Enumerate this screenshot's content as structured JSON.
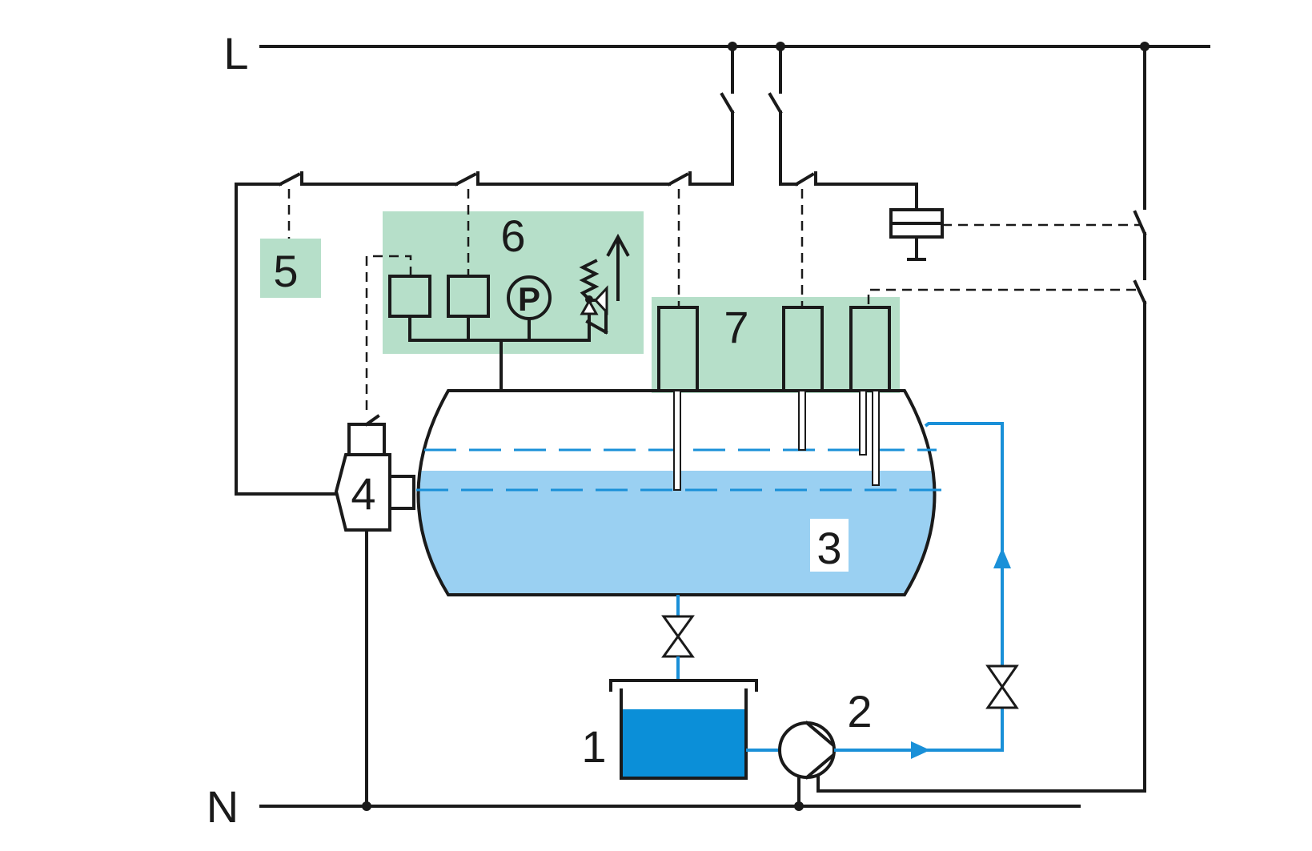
{
  "labels": {
    "line": "L",
    "neutral": "N",
    "tank_feed": "1",
    "pump": "2",
    "boiler": "3",
    "heater": "4",
    "unit_5": "5",
    "unit_6": "6",
    "unit_7": "7",
    "pressure_gauge": "P"
  },
  "colors": {
    "wire": "#1a1a1a",
    "pipe": "#1a90d8",
    "water_light": "#9ad0f2",
    "water_dark": "#0b8fd8",
    "module_green": "#b6dfc9"
  },
  "icons": [
    "valve-icon",
    "pump-icon",
    "pressure-gauge-icon",
    "safety-valve-icon",
    "relay-coil-icon",
    "switch-contact-icon",
    "flow-arrow-icon"
  ]
}
